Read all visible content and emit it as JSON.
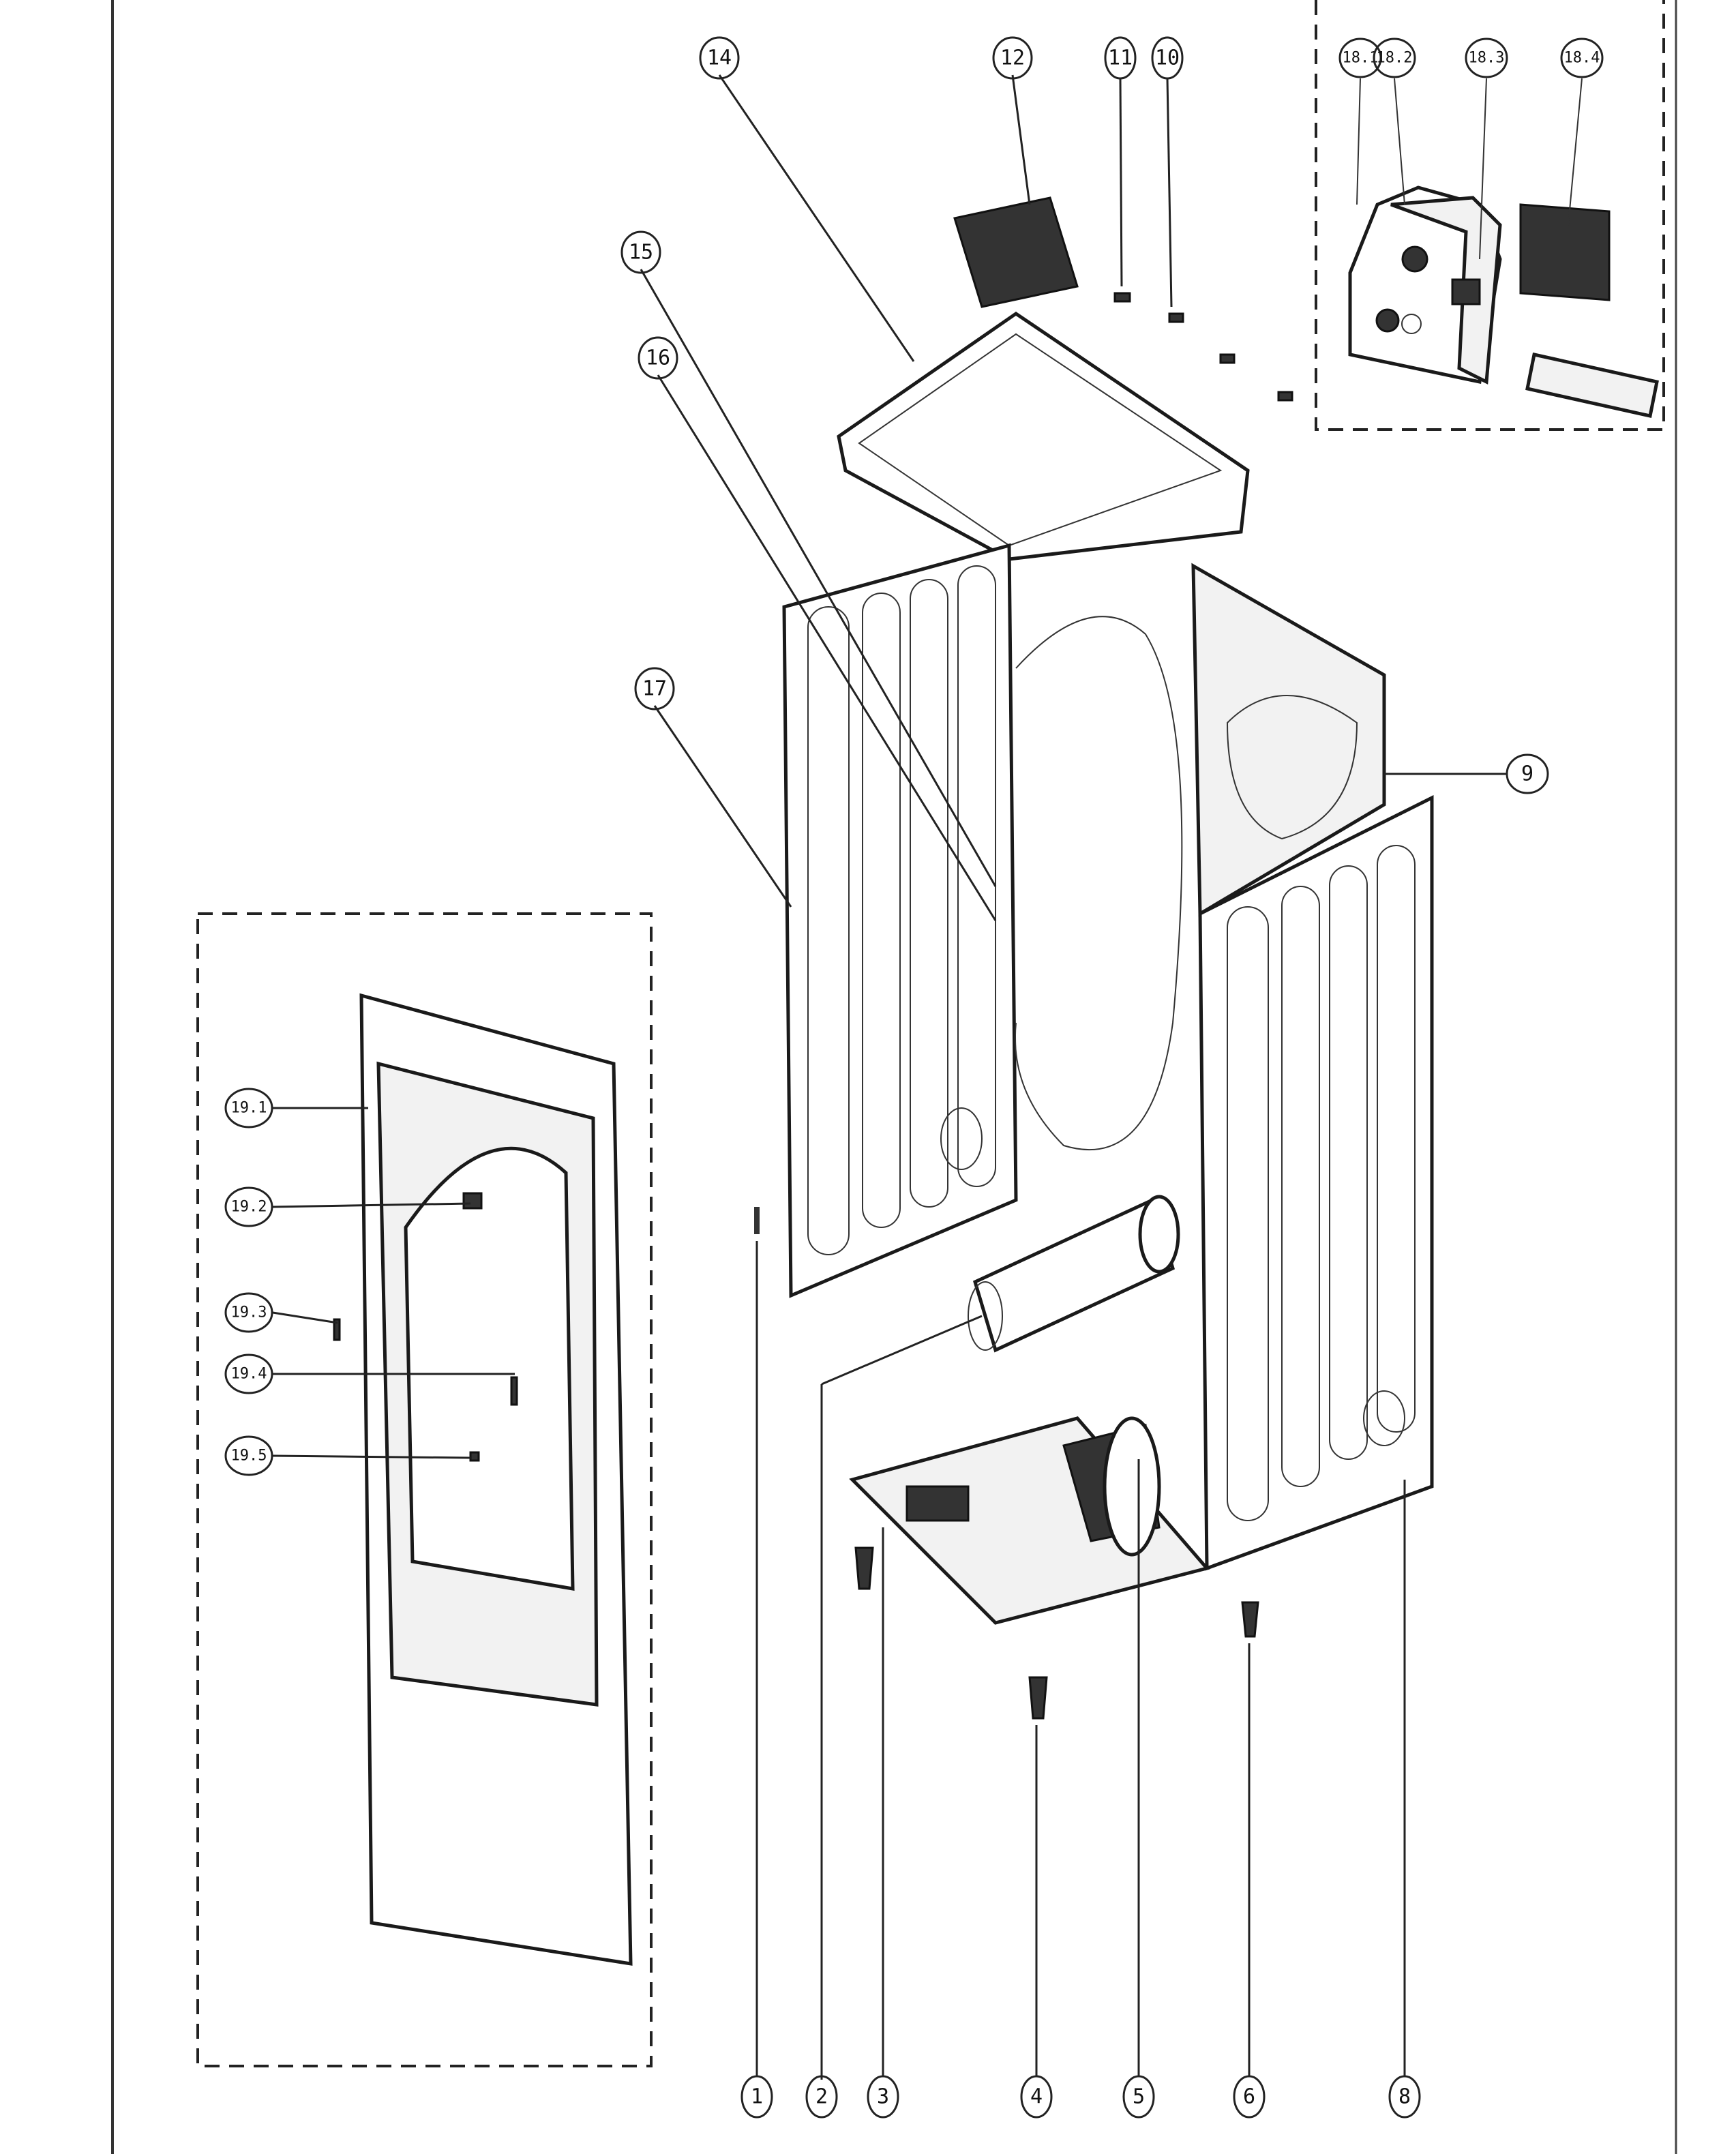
{
  "diagram": {
    "callouts": [
      {
        "id": "c1",
        "label": "1"
      },
      {
        "id": "c2",
        "label": "2"
      },
      {
        "id": "c3",
        "label": "3"
      },
      {
        "id": "c4",
        "label": "4"
      },
      {
        "id": "c5",
        "label": "5"
      },
      {
        "id": "c6",
        "label": "6"
      },
      {
        "id": "c8",
        "label": "8"
      },
      {
        "id": "c9",
        "label": "9"
      },
      {
        "id": "c10",
        "label": "10"
      },
      {
        "id": "c11",
        "label": "11"
      },
      {
        "id": "c12",
        "label": "12"
      },
      {
        "id": "c14",
        "label": "14"
      },
      {
        "id": "c15",
        "label": "15"
      },
      {
        "id": "c16",
        "label": "16"
      },
      {
        "id": "c17",
        "label": "17"
      },
      {
        "id": "c18_1",
        "label": "18.1"
      },
      {
        "id": "c18_2",
        "label": "18.2"
      },
      {
        "id": "c18_3",
        "label": "18.3"
      },
      {
        "id": "c18_4",
        "label": "18.4"
      },
      {
        "id": "c19_1",
        "label": "19.1"
      },
      {
        "id": "c19_2",
        "label": "19.2"
      },
      {
        "id": "c19_3",
        "label": "19.3"
      },
      {
        "id": "c19_4",
        "label": "19.4"
      },
      {
        "id": "c19_5",
        "label": "19.5"
      }
    ]
  }
}
